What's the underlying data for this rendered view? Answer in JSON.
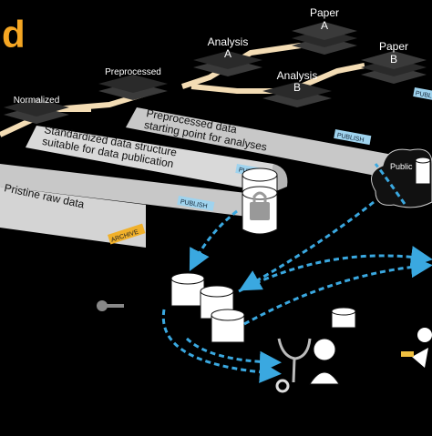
{
  "logo_letter": "d",
  "colors": {
    "accent": "#f5a623",
    "flow": "#3aa8e0",
    "ribbon_gray": "#c8c8c8",
    "ribbon_light": "#d9d9d9",
    "publish_tag": "#9fd3ee",
    "archive_tag": "#f0b02a",
    "stack_layer": "#3a3a3a"
  },
  "stacks": {
    "paper_a": [
      "Paper",
      "A"
    ],
    "paper_b": [
      "Paper",
      "B"
    ],
    "analysis_a": [
      "Analysis",
      "A"
    ],
    "analysis_b": [
      "Analysis",
      "B"
    ],
    "preprocessed": "Preprocessed",
    "normalized": "Normalized"
  },
  "ribbons": {
    "preprocessed_desc": [
      "Preprocessed data",
      "starting point for analyses"
    ],
    "standardized_desc": [
      "Standardized data structure",
      "suitable for data publication"
    ],
    "pristine_desc": "Pristine raw data"
  },
  "tags": {
    "publish": "PUBLISH",
    "archive": "ARCHIVE"
  },
  "cloud_label": "Public",
  "icons": [
    "logo-icon",
    "database-icon",
    "lock-icon",
    "key-icon",
    "cloud-icon",
    "stethoscope-icon",
    "doctor-icon",
    "researcher-icon"
  ]
}
